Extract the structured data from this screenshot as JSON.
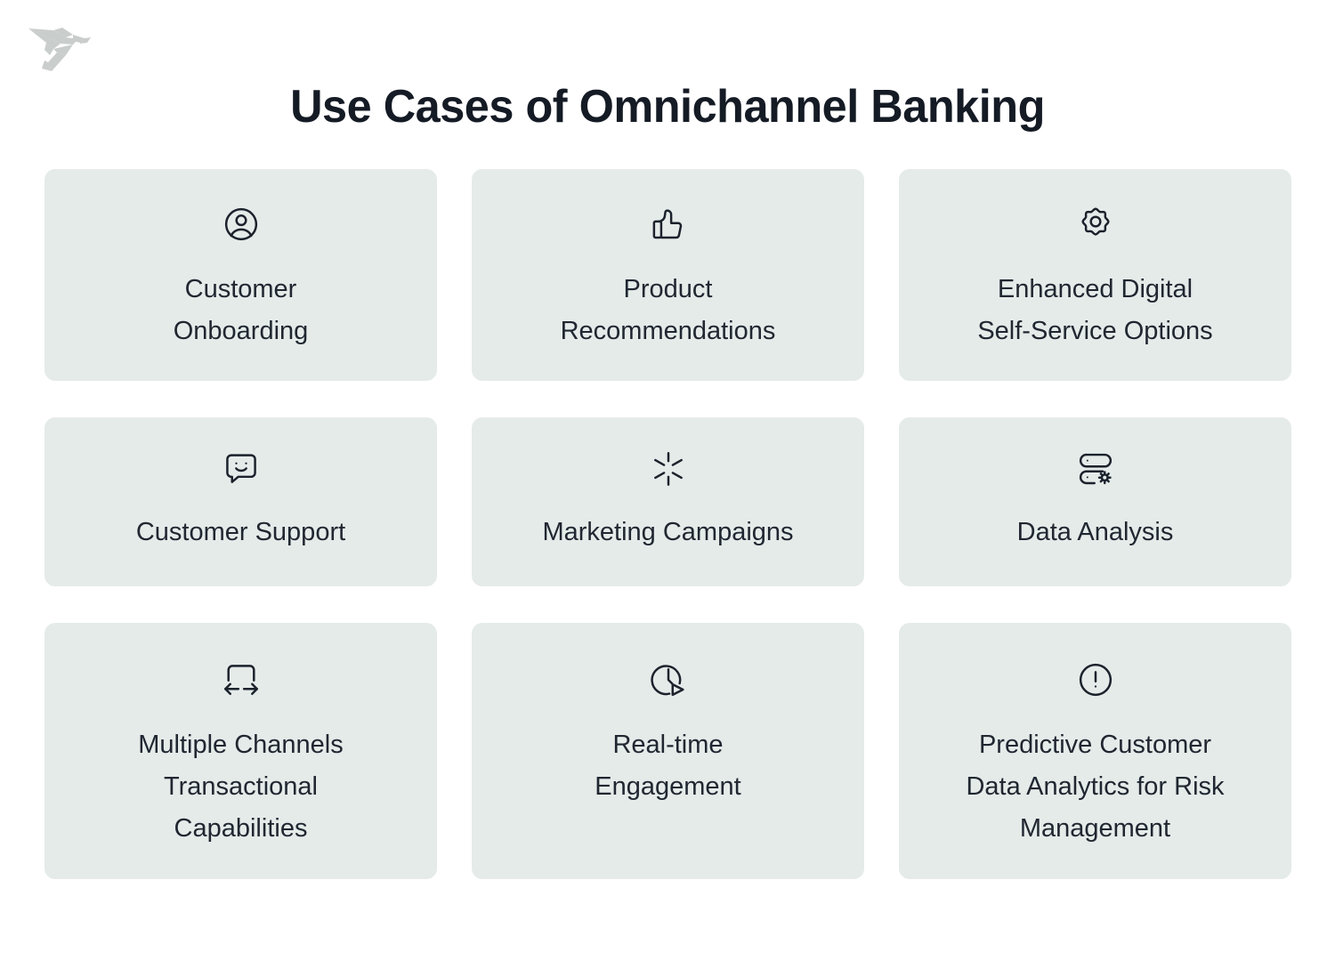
{
  "brand": {
    "logo_icon": "origami-bird-logo",
    "logo_color": "#c8cccb"
  },
  "header": {
    "title": "Use Cases of Omnichannel Banking",
    "title_color": "#151b25"
  },
  "theme": {
    "background": "#ffffff",
    "card_background": "#e5ebe9",
    "card_text": "#202731",
    "icon_color": "#1b222c"
  },
  "grid": {
    "columns": 3,
    "rows": 3,
    "cards": [
      {
        "id": "customer-onboarding",
        "icon": "user-circle-icon",
        "label": "Customer\nOnboarding",
        "row": 1
      },
      {
        "id": "product-recommendations",
        "icon": "thumbs-up-icon",
        "label": "Product\nRecommendations",
        "row": 1
      },
      {
        "id": "enhanced-digital-self-service-options",
        "icon": "gear-icon",
        "label": "Enhanced Digital\nSelf-Service Options",
        "row": 1
      },
      {
        "id": "customer-support",
        "icon": "chat-smile-icon",
        "label": "Customer Support",
        "row": 2
      },
      {
        "id": "marketing-campaigns",
        "icon": "sparkle-burst-icon",
        "label": "Marketing Campaigns",
        "row": 2
      },
      {
        "id": "data-analysis",
        "icon": "server-gear-icon",
        "label": "Data Analysis",
        "row": 2
      },
      {
        "id": "multiple-channels-transactional-capabilities",
        "icon": "arrows-exchange-icon",
        "label": "Multiple Channels\nTransactional\nCapabilities",
        "row": 3
      },
      {
        "id": "real-time-engagement",
        "icon": "clock-play-icon",
        "label": "Real-time\nEngagement",
        "row": 3
      },
      {
        "id": "predictive-customer-data-analytics-for-risk-management",
        "icon": "alert-circle-icon",
        "label": "Predictive Customer\nData Analytics for Risk\nManagement",
        "row": 3
      }
    ]
  }
}
